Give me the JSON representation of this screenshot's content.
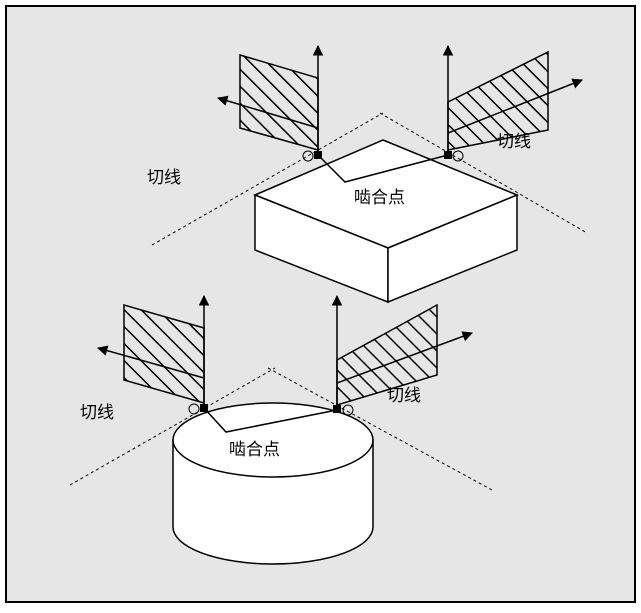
{
  "colors": {
    "panel_background": "#e6e6e6",
    "border": "#000000",
    "solid_face": "#ffffff",
    "line": "#000000"
  },
  "labels": {
    "tangent": "切线",
    "contact_point": "啮合点"
  },
  "figures": [
    {
      "name": "square-block",
      "shape": "rectangular-box"
    },
    {
      "name": "cylinder",
      "shape": "round-disc"
    }
  ]
}
